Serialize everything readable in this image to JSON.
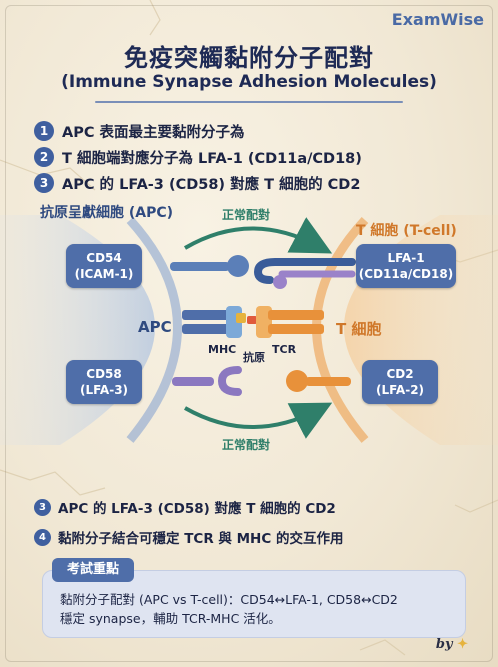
{
  "brand": "ExamWise",
  "title": "免疫突觸黏附分子配對",
  "subtitle": "(Immune Synapse Adhesion Molecules)",
  "points": [
    {
      "num": "1",
      "text": "APC 表面最主要黏附分子為"
    },
    {
      "num": "2",
      "text": "T 細胞端對應分子為 LFA-1 (CD11a/CD18)"
    },
    {
      "num": "3",
      "text": "APC 的 LFA-3 (CD58) 對應 T 細胞的 CD2"
    }
  ],
  "diagram": {
    "apc_label": "抗原呈獻細胞 (APC)",
    "tcell_label": "T 細胞 (T-cell)",
    "apc_center": "APC",
    "tcell_center": "T 細胞",
    "arrow_top": "正常配對",
    "arrow_bottom": "正常配對",
    "mhc": "MHC",
    "antigen": "抗原",
    "tcr": "TCR",
    "molecules": {
      "cd54": {
        "line1": "CD54",
        "line2": "(ICAM-1)"
      },
      "lfa1": {
        "line1": "LFA-1",
        "line2": "(CD11a/CD18)"
      },
      "cd58": {
        "line1": "CD58",
        "line2": "(LFA-3)"
      },
      "cd2": {
        "line1": "CD2",
        "line2": "(LFA-2)"
      }
    },
    "colors": {
      "apc": "#4f6ea9",
      "tcell": "#e8913a",
      "arrow": "#2f7f6a",
      "membrane_apc": "#a9c3e6",
      "membrane_tcell": "#f4c48a"
    }
  },
  "bottom_points": [
    {
      "num": "3",
      "text": "APC 的 LFA-3 (CD58) 對應 T 細胞的 CD2"
    },
    {
      "num": "4",
      "text": "黏附分子結合可穩定 TCR 與 MHC 的交互作用"
    }
  ],
  "key": {
    "label": "考試重點",
    "line1": "黏附分子配對 (APC vs T-cell)：CD54↔LFA-1, CD58↔CD2",
    "line2": "穩定 synapse，輔助 TCR-MHC 活化。"
  },
  "byline": "by"
}
